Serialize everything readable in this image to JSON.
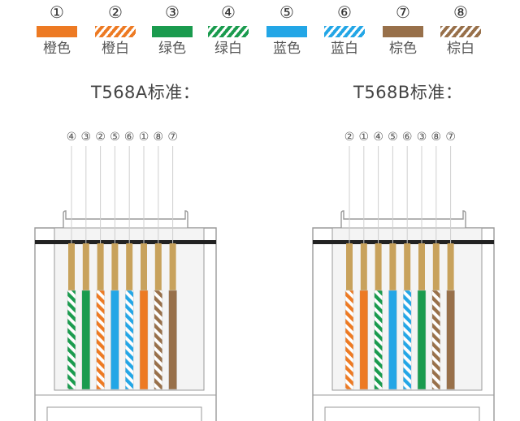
{
  "legend": [
    {
      "num": "①",
      "label": "橙色",
      "color": "#ED7A23",
      "striped": false
    },
    {
      "num": "②",
      "label": "橙白",
      "color": "#ED7A23",
      "striped": true
    },
    {
      "num": "③",
      "label": "绿色",
      "color": "#1A9B4E",
      "striped": false
    },
    {
      "num": "④",
      "label": "绿白",
      "color": "#1A9B4E",
      "striped": true
    },
    {
      "num": "⑤",
      "label": "蓝色",
      "color": "#23A6E6",
      "striped": false
    },
    {
      "num": "⑥",
      "label": "蓝白",
      "color": "#23A6E6",
      "striped": true
    },
    {
      "num": "⑦",
      "label": "棕色",
      "color": "#98704A",
      "striped": false
    },
    {
      "num": "⑧",
      "label": "棕白",
      "color": "#98704A",
      "striped": true
    }
  ],
  "standards": [
    {
      "title": "T568A标准：",
      "pins": [
        "④",
        "③",
        "②",
        "⑤",
        "⑥",
        "①",
        "⑧",
        "⑦"
      ]
    },
    {
      "title": "T568B标准：",
      "pins": [
        "②",
        "①",
        "④",
        "⑤",
        "⑥",
        "③",
        "⑧",
        "⑦"
      ]
    }
  ],
  "colors": {
    "gold": "#C8A25C",
    "outline": "#9A9A9A",
    "shell": "#F2F2F2"
  }
}
